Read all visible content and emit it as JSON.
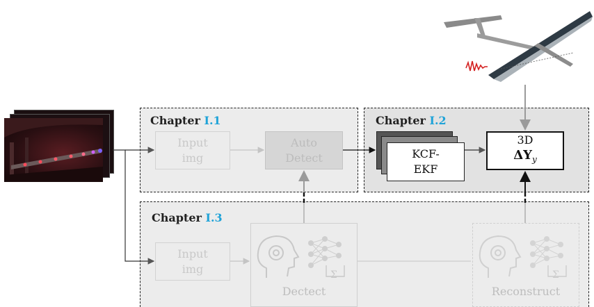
{
  "chapter_1": {
    "label": "Chapter",
    "ref": "I.1",
    "input": "Input\nimg",
    "detect": "Auto\nDetect"
  },
  "chapter_2": {
    "label": "Chapter",
    "ref": "I.2",
    "tracker": "KCF-\nEKF",
    "output_line1": "3D",
    "output_line2": "ΔY",
    "output_sub": "y"
  },
  "chapter_3": {
    "label": "Chapter",
    "ref": "I.3",
    "input": "Input\nimg",
    "detect_caption": "Dectect",
    "reconstruct_caption": "Reconstruct"
  },
  "colors": {
    "accent": "#1fa3d8",
    "panel": "#e8e8e8",
    "faded": "#c8c8c8",
    "chapter2_panel": "#e2e2e2"
  }
}
